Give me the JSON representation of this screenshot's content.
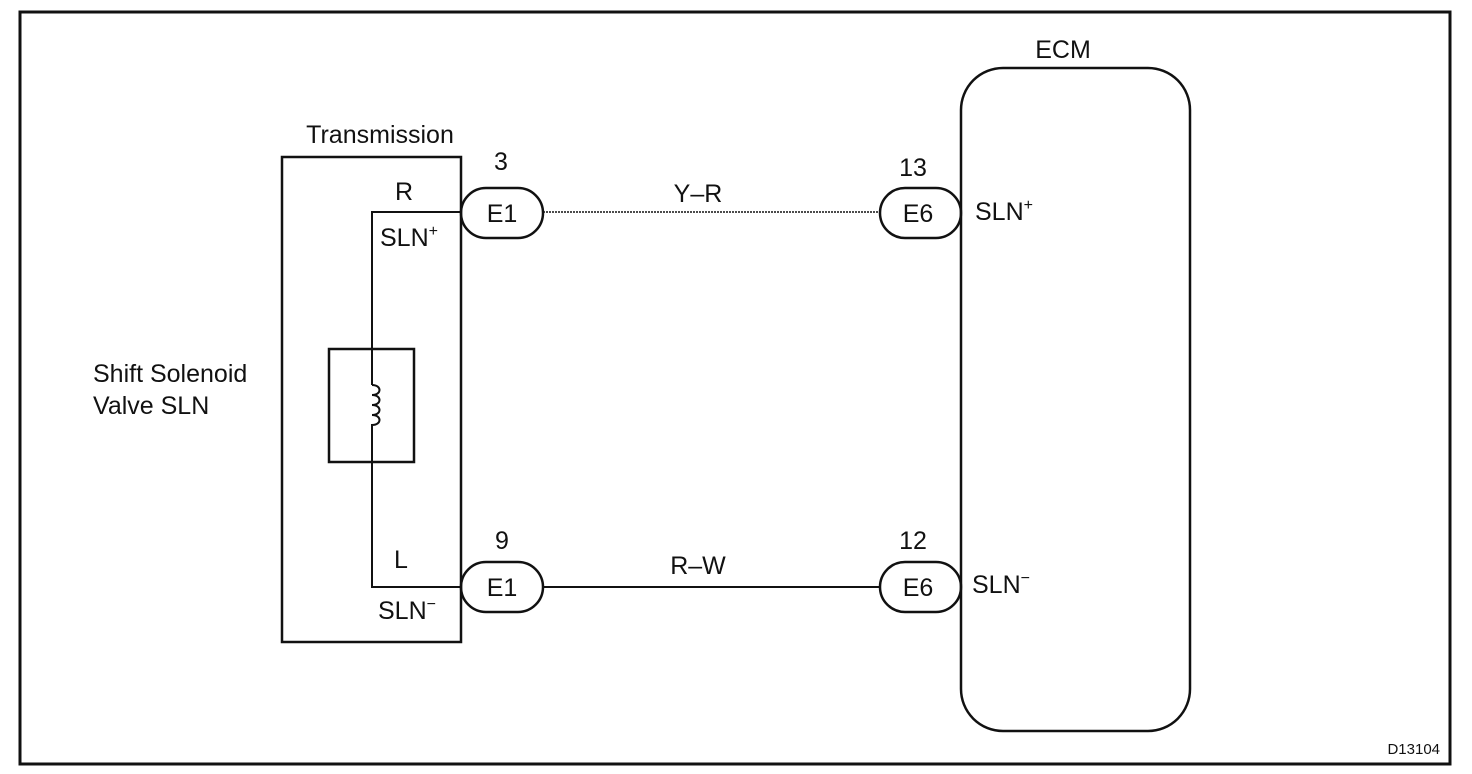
{
  "diagram": {
    "ecm_title": "ECM",
    "transmission_title": "Transmission",
    "solenoid_label_line1": "Shift Solenoid",
    "solenoid_label_line2": "Valve SLN",
    "figure_id": "D13104",
    "transmission_terminals": {
      "top_wire_color": "R",
      "top_terminal": "SLN",
      "top_sign": "+",
      "bottom_wire_color": "L",
      "bottom_terminal": "SLN",
      "bottom_sign": "−"
    },
    "connectors": {
      "left_top": {
        "id": "E1",
        "pin": "3"
      },
      "left_bottom": {
        "id": "E1",
        "pin": "9"
      },
      "right_top": {
        "id": "E6",
        "pin": "13"
      },
      "right_bottom": {
        "id": "E6",
        "pin": "12"
      }
    },
    "wires": {
      "top": "Y–R",
      "bottom": "R–W"
    },
    "ecm_terminals": {
      "top_name": "SLN",
      "top_sign": "+",
      "bottom_name": "SLN",
      "bottom_sign": "−"
    }
  }
}
